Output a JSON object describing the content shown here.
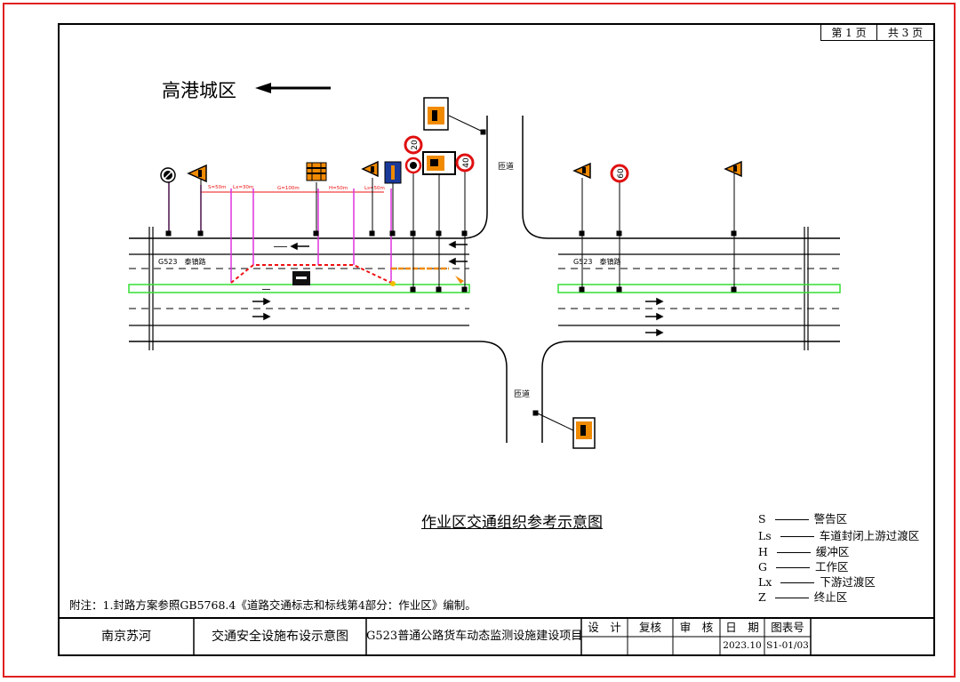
{
  "header": {
    "page_current": "第 1 页",
    "page_total": "共 3 页"
  },
  "direction": {
    "label": "高港城区"
  },
  "road": {
    "name_left": "G523　泰镇路",
    "name_right": "G523　泰镇路",
    "side_road_top": "匝道",
    "side_road_bottom": "匝道"
  },
  "zones": {
    "s": "S=50m",
    "lx": "Lx=30m",
    "g": "G=100m",
    "h": "H=50m",
    "ls": "Ls=50m"
  },
  "signs": {
    "speed_1": "20",
    "speed_2": "40",
    "speed_3": "60"
  },
  "diagram_title": "作业区交通组织参考示意图",
  "legend": [
    {
      "key": "S",
      "label": "警告区"
    },
    {
      "key": "Ls",
      "label": "车道封闭上游过渡区"
    },
    {
      "key": "H",
      "label": "缓冲区"
    },
    {
      "key": "G",
      "label": "工作区"
    },
    {
      "key": "Lx",
      "label": "下游过渡区"
    },
    {
      "key": "Z",
      "label": "终止区"
    }
  ],
  "note": "附注：1.封路方案参照GB5768.4《道路交通标志和标线第4部分：作业区》编制。",
  "title_block": {
    "company": "南京苏河",
    "drawing_name": "交通安全设施布设示意图",
    "project": "G523普通公路货车动态监测设施建设项目",
    "design": "设　计",
    "review": "复核",
    "audit": "审　核",
    "date_label": "日　期",
    "table_no_label": "图表号",
    "date": "2023.10",
    "table_no": "S1-01/03"
  },
  "colors": {
    "frame_border": "#e02020",
    "lane_highlight": "#33dd33",
    "work_zone_line": "#ee1111",
    "zone_markers": "#dd33dd",
    "sign_orange": "#f08a00",
    "speed_ring": "#e01010"
  }
}
